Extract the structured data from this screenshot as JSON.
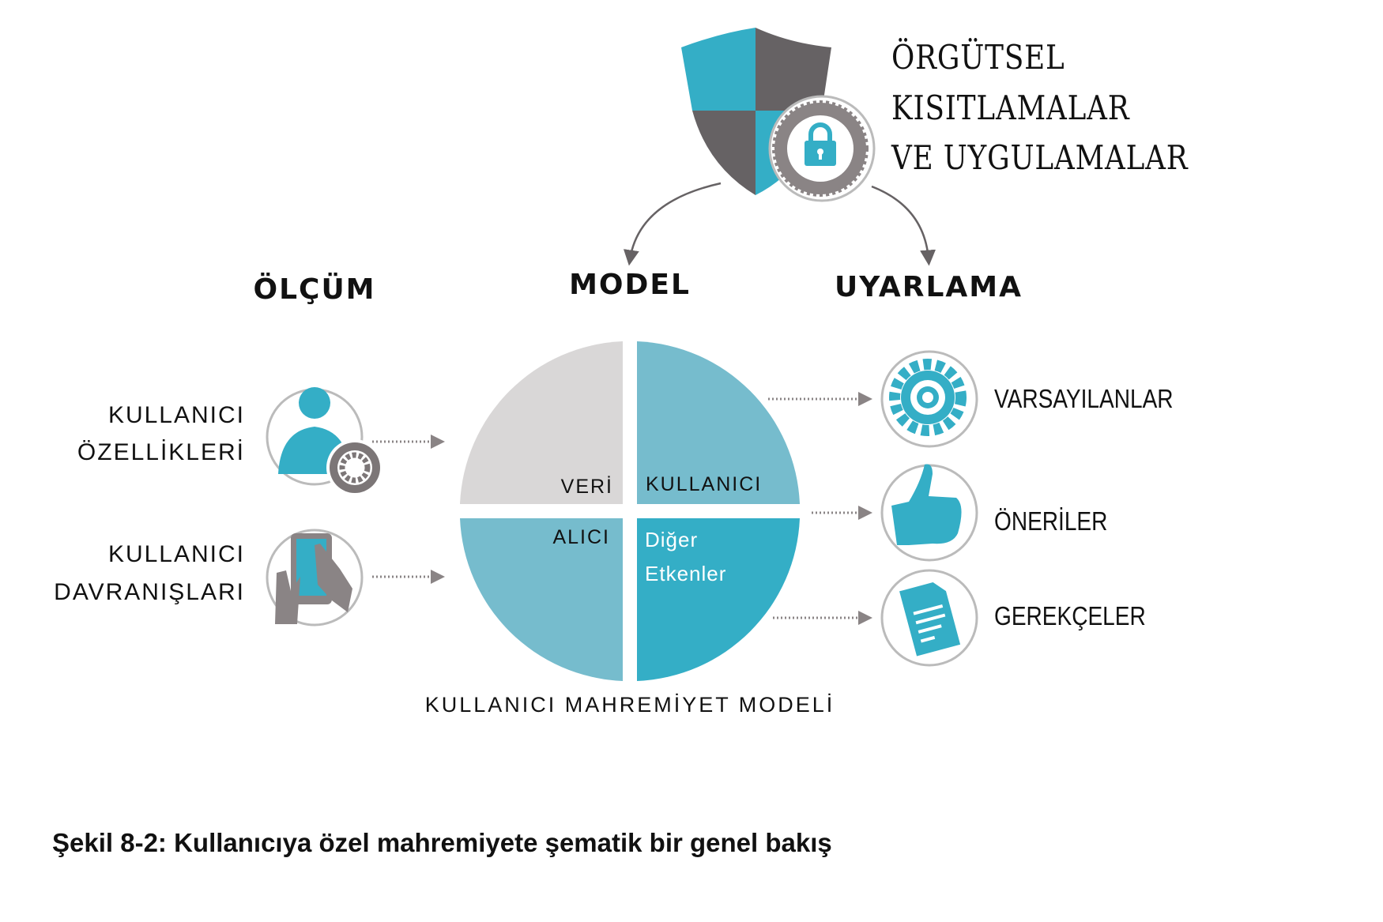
{
  "title_lines": [
    "ÖRGÜTSEL",
    "KISITLAMALAR",
    "VE UYGULAMALAR"
  ],
  "headers": {
    "measure": "ÖLÇÜM",
    "model": "MODEL",
    "adapt": "UYARLAMA"
  },
  "inputs": [
    {
      "line1": "KULLANICI",
      "line2": "ÖZELLİKLERİ",
      "icon": "user-gear-icon"
    },
    {
      "line1": "KULLANICI",
      "line2": "DAVRANIŞLARI",
      "icon": "hands-touchscreen-icon"
    }
  ],
  "quadrants": {
    "top_left": "VERİ",
    "top_right": "KULLANICI",
    "bottom_left": "ALICI",
    "bottom_right_1": "Diğer",
    "bottom_right_2": "Etkenler"
  },
  "model_label": "KULLANICI MAHREMİYET MODELİ",
  "outputs": [
    {
      "label": "VARSAYILANLAR",
      "icon": "target-gear-icon"
    },
    {
      "label": "ÖNERİLER",
      "icon": "thumbs-up-icon"
    },
    {
      "label": "GEREKÇELER",
      "icon": "document-icon"
    }
  ],
  "caption": "Şekil 8-2: Kullanıcıya özel mahremiyete şematik bir  genel bakış",
  "colors": {
    "teal": "#34aec6",
    "light_teal": "#76bccd",
    "light_gray": "#d9d7d7",
    "dark_gray": "#666264"
  }
}
